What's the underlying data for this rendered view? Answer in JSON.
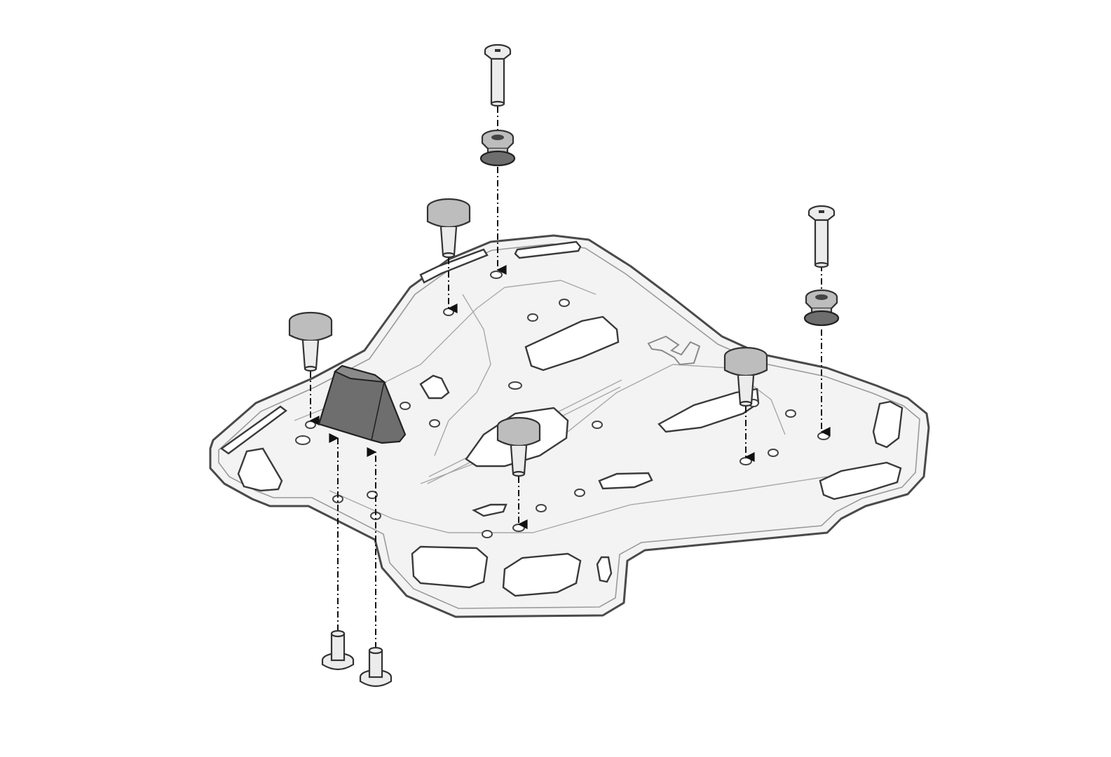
{
  "diagram": {
    "kind": "exploded assembly view",
    "colors": {
      "background": "#ffffff",
      "outline": "#3a3a3a",
      "plate_fill": "#f3f3f3",
      "rubber_fill": "#6e6e6e",
      "knob_fill": "#bdbdbd"
    },
    "parts": [
      "adapter-plate",
      "top-bolt",
      "spacer-rubber",
      "mounting-knob",
      "wedge-block",
      "bottom-bolt",
      "brand-logo-emboss"
    ]
  }
}
